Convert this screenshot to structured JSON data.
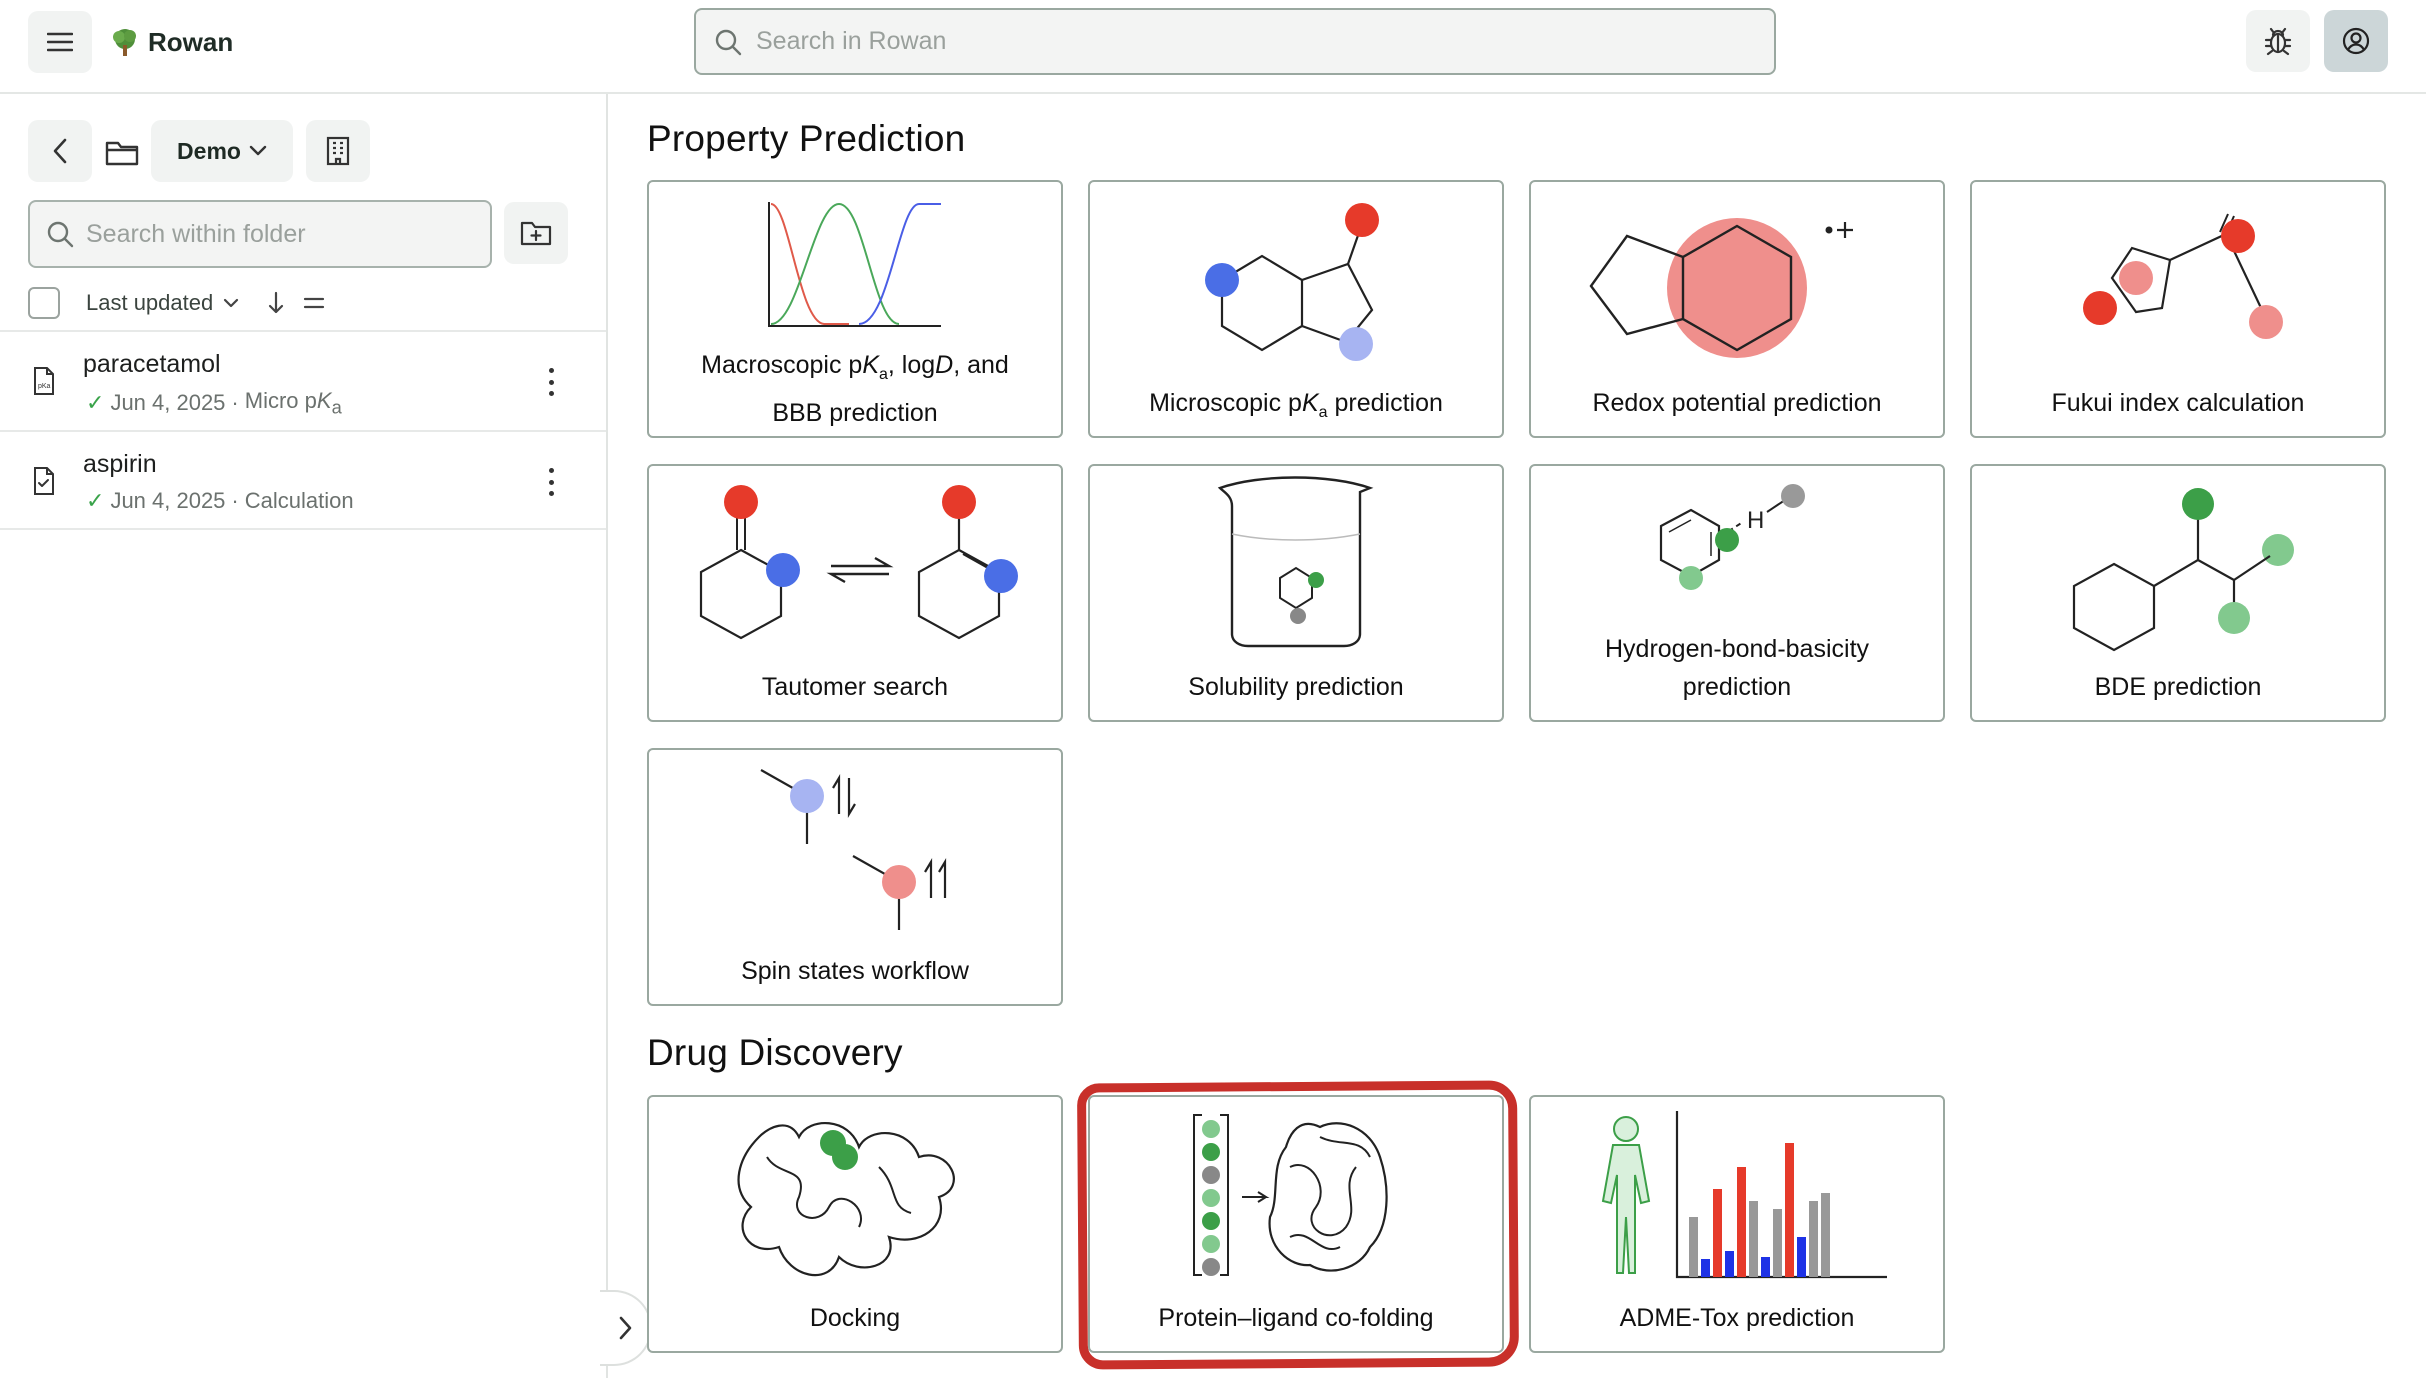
{
  "app": {
    "name": "Rowan",
    "search_placeholder": "Search in Rowan"
  },
  "icons": {
    "menu": "menu-icon",
    "brand": "tree-icon",
    "search": "search-icon",
    "bug": "bug-icon",
    "user": "user-circle-icon"
  },
  "sidebar": {
    "folder_name": "Demo",
    "search_placeholder": "Search within folder",
    "sort_label": "Last updated",
    "files": [
      {
        "name": "paracetamol",
        "date": "Jun 4, 2025",
        "type_prefix": "Micro p",
        "type_italic": "K",
        "type_sub": "a"
      },
      {
        "name": "aspirin",
        "date": "Jun 4, 2025",
        "type_prefix": "Calculation",
        "type_italic": "",
        "type_sub": ""
      }
    ]
  },
  "sections": [
    {
      "title": "Property Prediction",
      "cards": [
        {
          "label_parts": [
            "Macroscopic p",
            "K",
            "a",
            ", log",
            "D",
            ", and"
          ],
          "label_line2": "BBB prediction"
        },
        {
          "label_parts": [
            "Microscopic p",
            "K",
            "a",
            " prediction"
          ]
        },
        {
          "label": "Redox potential prediction"
        },
        {
          "label": "Fukui index calculation"
        },
        {
          "label": "Tautomer search"
        },
        {
          "label": "Solubility prediction"
        },
        {
          "label_line1": "Hydrogen-bond-basicity",
          "label_line2": "prediction"
        },
        {
          "label": "BDE prediction"
        },
        {
          "label": "Spin states workflow"
        }
      ]
    },
    {
      "title": "Drug Discovery",
      "cards": [
        {
          "label": "Docking"
        },
        {
          "label": "Protein–ligand co-folding"
        },
        {
          "label": "ADME-Tox prediction"
        }
      ]
    }
  ],
  "colors": {
    "accent_red": "#e63a2a",
    "accent_blue": "#4a6ee6",
    "light_blue": "#a7b4f2",
    "salmon": "#ef8f8c",
    "green": "#3c9f48",
    "light_green": "#82c98e",
    "annotation": "#c8302a"
  }
}
